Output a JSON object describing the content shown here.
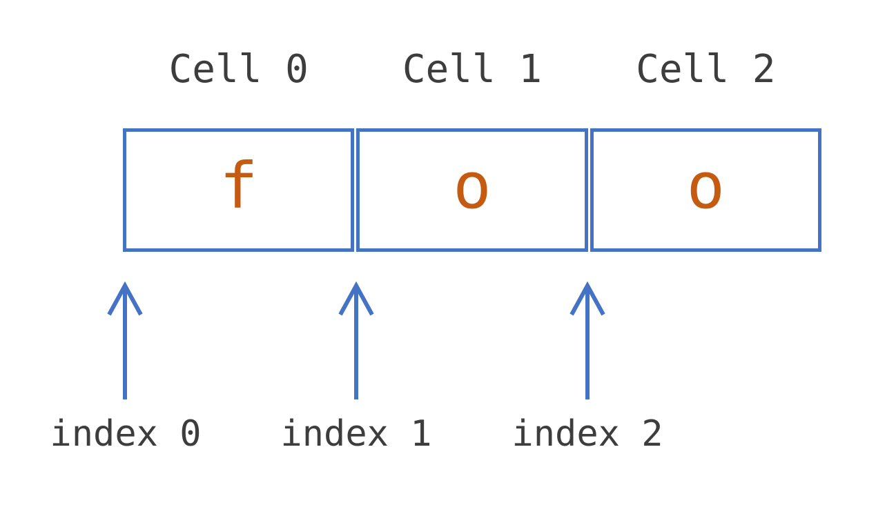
{
  "diagram": {
    "cells": [
      {
        "label": "Cell 0",
        "value": "f"
      },
      {
        "label": "Cell 1",
        "value": "o"
      },
      {
        "label": "Cell 2",
        "value": "o"
      }
    ],
    "indices": [
      "index 0",
      "index 1",
      "index 2"
    ],
    "string_value": "foo",
    "colors": {
      "box_border": "#4472C4",
      "arrow": "#4472C4",
      "cell_value": "#C55A11",
      "label_text": "#3D3D3D"
    }
  }
}
